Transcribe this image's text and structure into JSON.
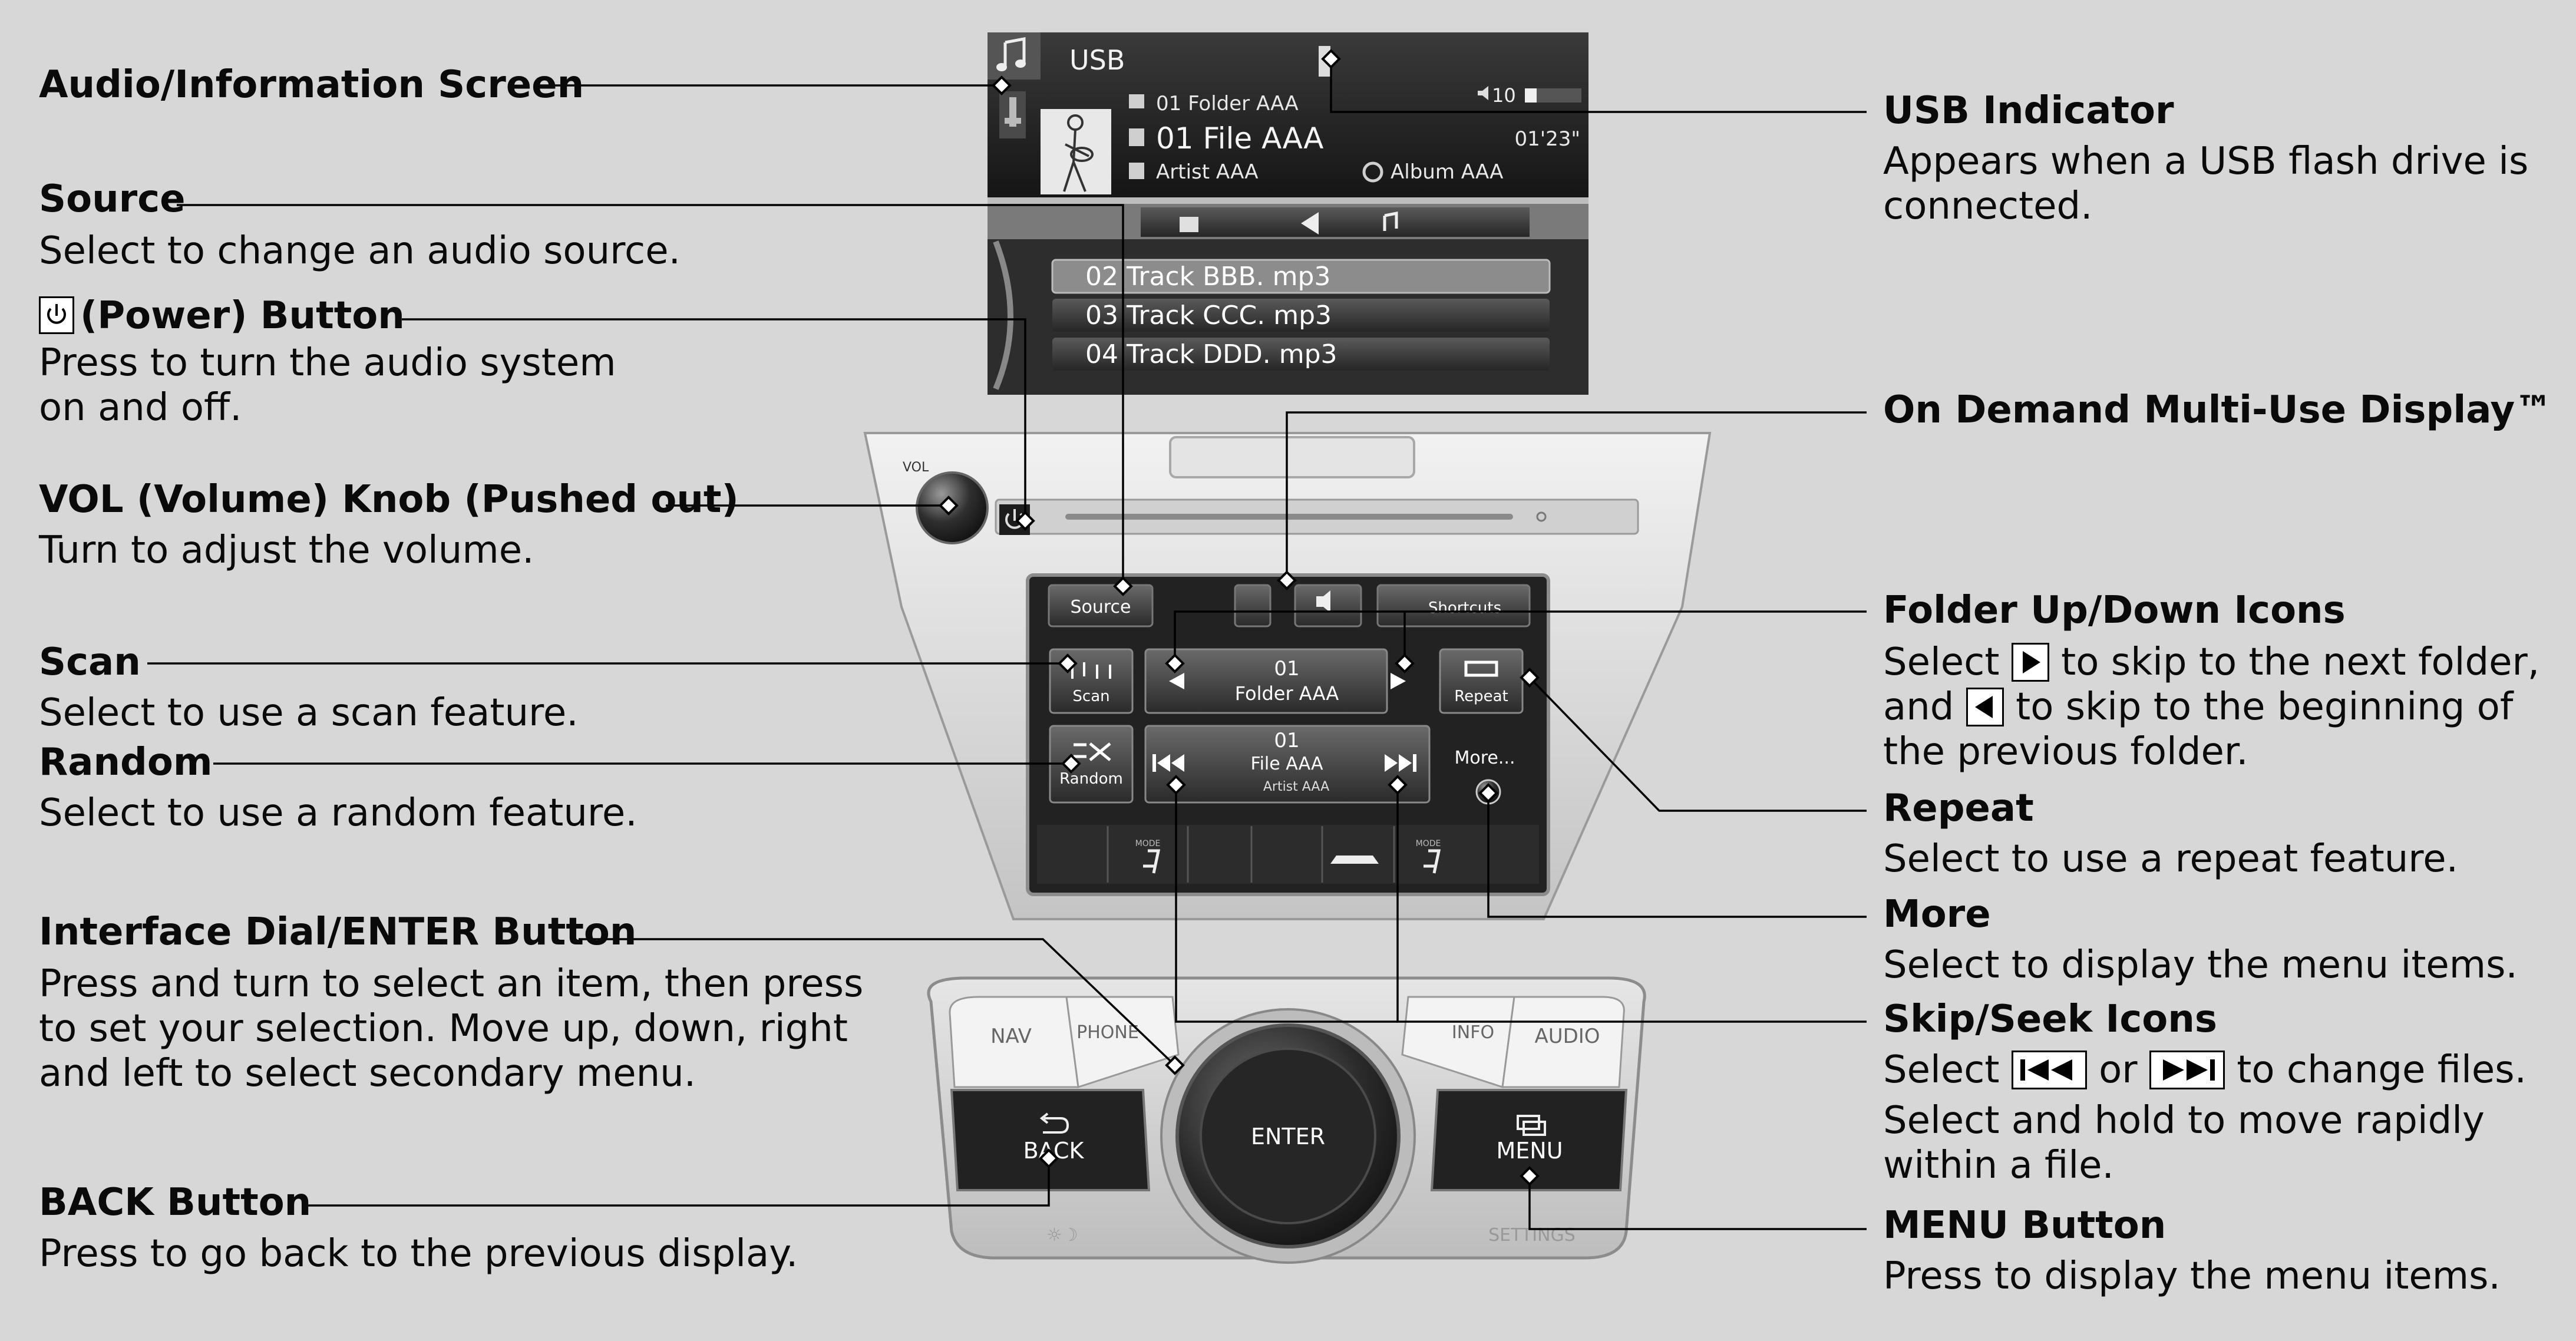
{
  "device": {
    "screen": {
      "source_tab": "USB",
      "volume_level": "10",
      "folder": "01 Folder AAA",
      "file": "01  File AAA",
      "elapsed": "01'23\"",
      "artist": "Artist AAA",
      "album": "Album AAA",
      "tracks": [
        "02  Track BBB. mp3",
        "03  Track CCC. mp3",
        "04  Track DDD. mp3"
      ]
    },
    "vol_label": "VOL",
    "touch": {
      "source": "Source",
      "shortcuts": "Shortcuts",
      "scan": "Scan",
      "repeat": "Repeat",
      "random": "Random",
      "more": "More...",
      "folder_num": "01",
      "folder_name": "Folder AAA",
      "file_num": "01",
      "file_name": "File AAA",
      "artist": "Artist AAA",
      "mode": "MODE"
    },
    "dial": {
      "nav": "NAV",
      "phone": "PHONE",
      "info": "INFO",
      "audio": "AUDIO",
      "back": "BACK",
      "enter": "ENTER",
      "menu": "MENU",
      "settings": "SETTINGS"
    }
  },
  "callouts": {
    "audio_screen": {
      "title": "Audio/Information Screen"
    },
    "source": {
      "title": "Source",
      "desc": "Select to change an audio source."
    },
    "power": {
      "title": "(Power) Button",
      "desc": "Press to turn the audio system on and off."
    },
    "vol": {
      "title": "VOL (Volume) Knob (Pushed out)",
      "desc": "Turn to adjust the volume."
    },
    "scan": {
      "title": "Scan",
      "desc": "Select to use a scan feature."
    },
    "random": {
      "title": "Random",
      "desc": "Select to use a random feature."
    },
    "dial": {
      "title": "Interface Dial/ENTER Button",
      "desc": "Press and turn to select an item, then press to set your selection. Move up, down, right and left to select secondary menu."
    },
    "back": {
      "title": "BACK Button",
      "desc": "Press to go back to the previous display."
    },
    "usb": {
      "title": "USB Indicator",
      "desc": "Appears when a USB flash drive is connected."
    },
    "on_demand": {
      "title": "On Demand Multi-Use Display™"
    },
    "folder_icons": {
      "title": "Folder Up/Down Icons",
      "desc_1": "Select",
      "desc_2": "to skip to the next folder, and",
      "desc_3": "to skip to the beginning of the previous folder."
    },
    "repeat": {
      "title": "Repeat",
      "desc": "Select to use a repeat feature."
    },
    "more": {
      "title": "More",
      "desc": "Select to display the menu items."
    },
    "skip": {
      "title": "Skip/Seek Icons",
      "desc_1": "Select",
      "desc_or": "or",
      "desc_2": "to change files.",
      "desc_3": "Select and hold to move rapidly within a file."
    },
    "menu": {
      "title": "MENU Button",
      "desc": "Press to display the menu items."
    }
  },
  "icons": [
    "music-note-icon",
    "usb-icon",
    "folder-icon",
    "file-icon",
    "artist-icon",
    "album-icon",
    "volume-icon",
    "power-icon",
    "scan-icon",
    "random-icon",
    "repeat-icon",
    "folder-up-icon",
    "folder-down-icon",
    "skip-back-icon",
    "skip-forward-icon",
    "back-arrow-icon",
    "menu-icon",
    "climate-mode-icon",
    "defrost-icon"
  ]
}
